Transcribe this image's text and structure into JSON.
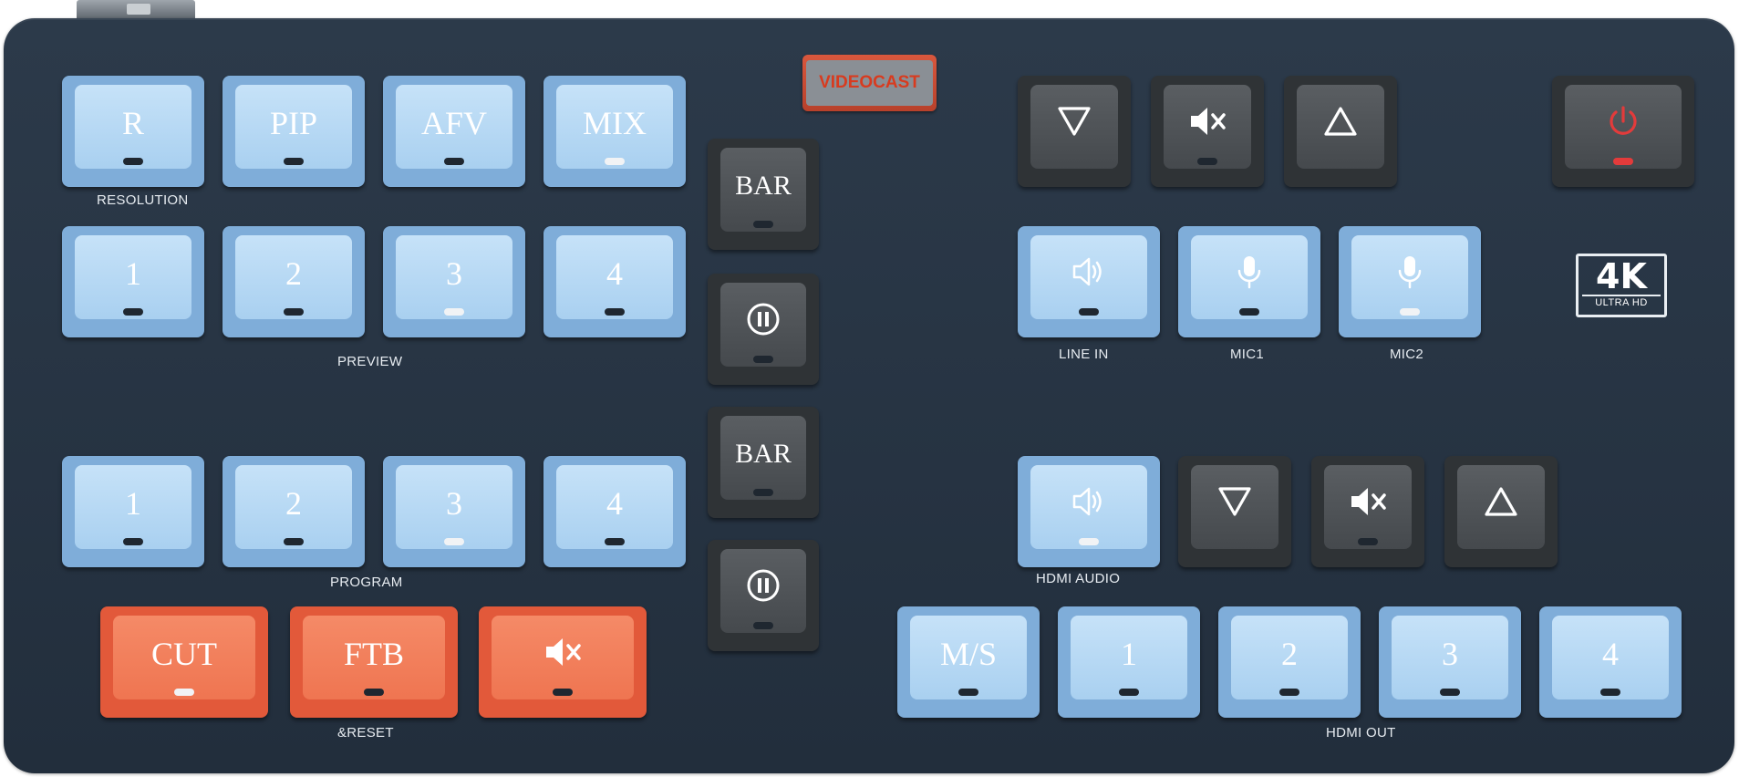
{
  "brand": {
    "name": "VIDEOCAST"
  },
  "badge": {
    "big": "4K",
    "small": "ULTRA HD"
  },
  "keys": {
    "resolution": "R",
    "pip": "PIP",
    "afv": "AFV",
    "mix": "MIX",
    "bar_top": "BAR",
    "bar_bottom": "BAR",
    "preview": [
      "1",
      "2",
      "3",
      "4"
    ],
    "program": [
      "1",
      "2",
      "3",
      "4"
    ],
    "cut": "CUT",
    "ftb": "FTB",
    "ms": "M/S",
    "hdmi_out": [
      "1",
      "2",
      "3",
      "4"
    ]
  },
  "captions": {
    "resolution": "RESOLUTION",
    "preview": "PREVIEW",
    "program": "PROGRAM",
    "reset": "&RESET",
    "line_in": "LINE IN",
    "mic1": "MIC1",
    "mic2": "MIC2",
    "hdmi_audio": "HDMI AUDIO",
    "hdmi_out": "HDMI OUT"
  },
  "icons": {
    "volume_down": "triangle-down-icon",
    "mute": "speaker-mute-icon",
    "volume_up": "triangle-up-icon",
    "power": "power-icon",
    "pause": "pause-icon",
    "speaker": "speaker-icon",
    "mic": "microphone-icon"
  },
  "colors": {
    "panel": "#263342",
    "key_blue": "#a9d0f0",
    "key_gray": "#45494d",
    "key_orange": "#ef7551",
    "brand_red": "#d83b1f",
    "power_red": "#e33b3b"
  }
}
